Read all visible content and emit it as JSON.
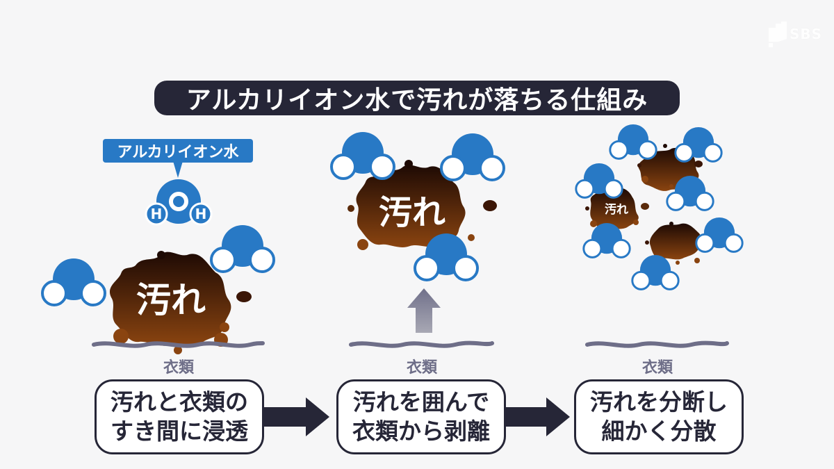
{
  "broadcaster": {
    "logo_text": "SBS",
    "logo_icon": "sbs-logo-icon"
  },
  "title": "アルカリイオン水で汚れが落ちる仕組み",
  "colors": {
    "background": "#f6f6f7",
    "navy": "#262637",
    "water_blue": "#2879c5",
    "cloth_gray": "#6e6e88",
    "dirt_dark": "#1e0a04",
    "dirt_light": "#8a4410"
  },
  "molecule_callout": {
    "label": "アルカリイオン水",
    "atoms": {
      "oxygen": "O",
      "hydrogen_left": "H",
      "hydrogen_right": "H"
    }
  },
  "panels": [
    {
      "dirt_label": "汚れ",
      "cloth_label": "衣類",
      "step_lines": [
        "汚れと衣類の",
        "すき間に浸透"
      ]
    },
    {
      "dirt_label": "汚れ",
      "cloth_label": "衣類",
      "movement_icon": "up-arrow-icon",
      "step_lines": [
        "汚れを囲んで",
        "衣類から剥離"
      ]
    },
    {
      "dirt_label": "汚れ",
      "cloth_label": "衣類",
      "step_lines": [
        "汚れを分断し",
        "細かく分散"
      ]
    }
  ],
  "flow_arrows": [
    "right-arrow-icon",
    "right-arrow-icon"
  ]
}
